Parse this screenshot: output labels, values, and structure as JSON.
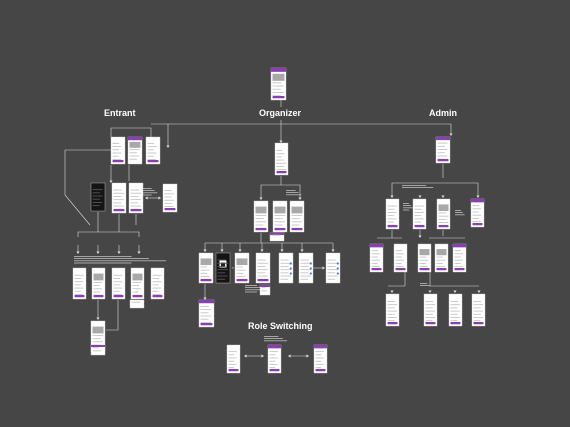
{
  "sections": {
    "entrant": "Entrant",
    "organizer": "Organizer",
    "admin": "Admin",
    "role_switching": "Role Switching"
  },
  "colors": {
    "background": "#464646",
    "connector": "#dcdcdc",
    "screen": "#ffffff",
    "accent": "#8a3fb0",
    "dark_screen": "#141414",
    "image_placeholder": "#a8a8a8"
  }
}
